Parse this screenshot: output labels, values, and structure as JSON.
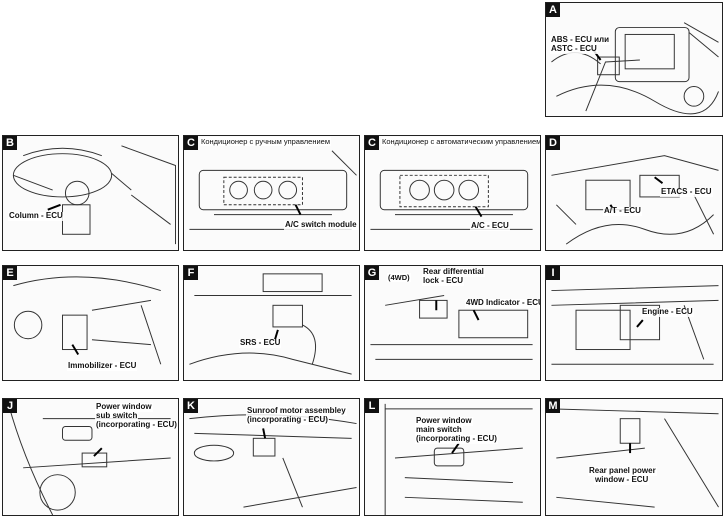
{
  "header_text": "",
  "panels": [
    {
      "letter": "A",
      "caption": "",
      "labels": [
        "ABS - ECU или",
        "ASTC - ECU"
      ]
    },
    {
      "letter": "B",
      "caption": "",
      "labels": [
        "Column - ECU"
      ]
    },
    {
      "letter": "C",
      "caption": "Кондиционер с ручным управлением",
      "labels": [
        "A/C switch module"
      ]
    },
    {
      "letter": "C",
      "caption": "Кондиционер с автоматическим управлением",
      "labels": [
        "A/C - ECU"
      ]
    },
    {
      "letter": "D",
      "caption": "",
      "labels": [
        "ETACS - ECU",
        "A/T - ECU"
      ]
    },
    {
      "letter": "E",
      "caption": "",
      "labels": [
        "Immobilizer - ECU"
      ]
    },
    {
      "letter": "F",
      "caption": "",
      "labels": [
        "SRS - ECU"
      ]
    },
    {
      "letter": "G",
      "caption": "(4WD)",
      "labels": [
        "Rear differential",
        "lock - ECU",
        "4WD Indicator - ECU"
      ]
    },
    {
      "letter": "I",
      "caption": "",
      "labels": [
        "Engine - ECU"
      ]
    },
    {
      "letter": "J",
      "caption": "",
      "labels": [
        "Power window",
        "sub switch",
        "(incorporating - ECU)"
      ]
    },
    {
      "letter": "K",
      "caption": "",
      "labels": [
        "Sunroof motor assembley",
        "(incorporating - ECU)"
      ]
    },
    {
      "letter": "L",
      "caption": "",
      "labels": [
        "Power window",
        "main switch",
        "(incorporating - ECU)"
      ]
    },
    {
      "letter": "M",
      "caption": "",
      "labels": [
        "Rear panel power",
        "window - ECU"
      ]
    }
  ]
}
